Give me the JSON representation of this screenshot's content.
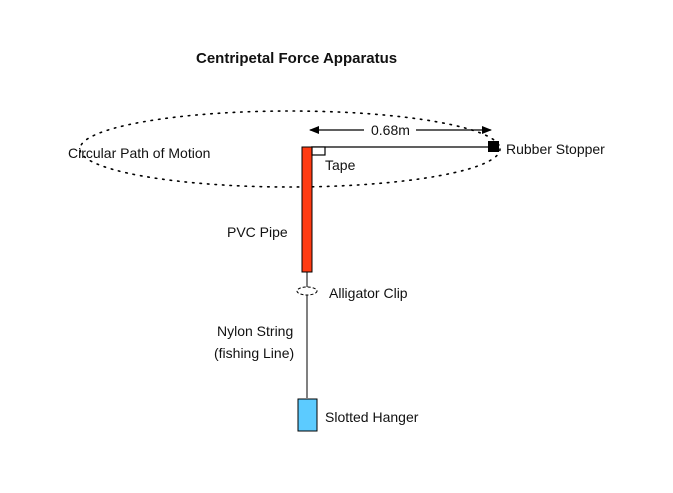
{
  "title": "Centripetal Force Apparatus",
  "labels": {
    "circular_path": "Circular Path of Motion",
    "distance": "0.68m",
    "rubber_stopper": "Rubber Stopper",
    "tape": "Tape",
    "pvc_pipe": "PVC Pipe",
    "alligator_clip": "Alligator Clip",
    "nylon_string_line1": "Nylon String",
    "nylon_string_line2": "(fishing Line)",
    "slotted_hanger": "Slotted Hanger"
  },
  "colors": {
    "pvc_pipe": "#ff3b12",
    "slotted_hanger": "#5ccbff",
    "stopper": "#000000",
    "line": "#000000"
  }
}
